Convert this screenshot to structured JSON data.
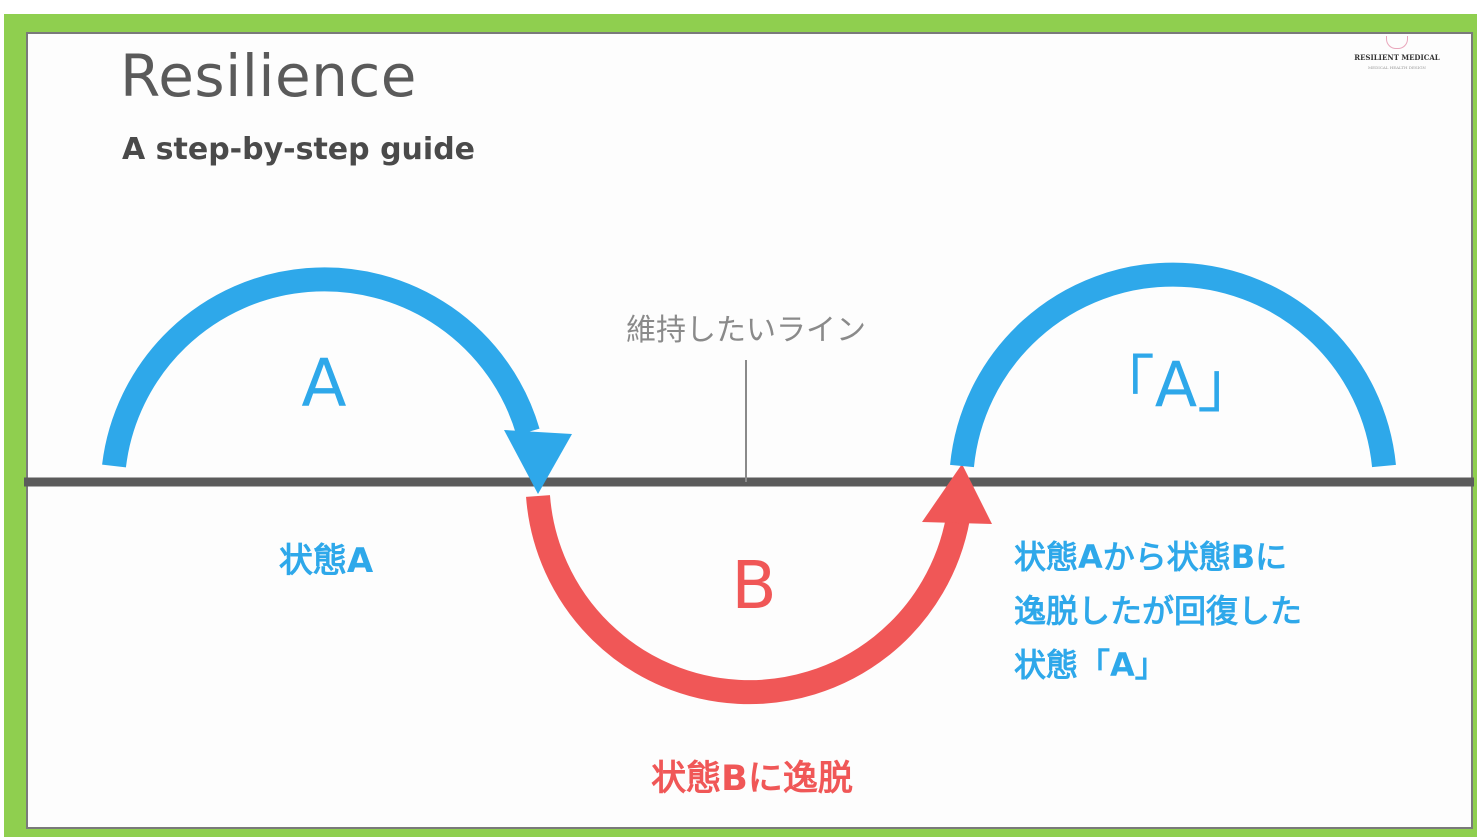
{
  "slide": {
    "title": "Resilience",
    "subtitle": "A step-by-step guide"
  },
  "logo": {
    "name": "RESILIENT MEDICAL",
    "tagline": "MEDICAL HEALTH DESIGN"
  },
  "diagram": {
    "baseline_label": "維持したいライン",
    "arc_a_letter": "A",
    "arc_b_letter": "B",
    "arc_a_prime_letter": "「A」",
    "state_a_label": "状態A",
    "state_b_label": "状態Bに逸脱",
    "recovered_label_lines": [
      "状態Aから状態Bに",
      "逸脱したが回復した",
      "状態「A」"
    ]
  },
  "colors": {
    "blue": "#2ea8ea",
    "red": "#f05757",
    "line": "#5b5b5b",
    "frame": "#8fcf4f",
    "title": "#5a5a5a"
  }
}
